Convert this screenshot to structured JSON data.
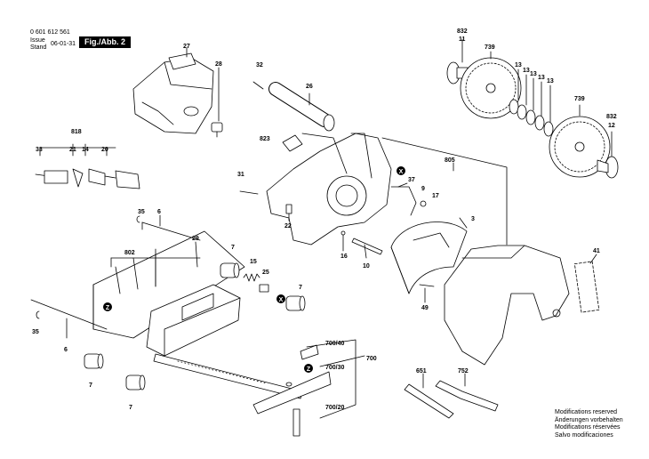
{
  "header": {
    "part_number": "0 601 612 561",
    "issue_label": "Issue",
    "stand_label": "Stand",
    "date": "06-01-31",
    "figure_label": "Fig./Abb. 2"
  },
  "callouts": [
    "27",
    "28",
    "32",
    "26",
    "818",
    "33",
    "21",
    "14",
    "20",
    "823",
    "31",
    "22",
    "832",
    "11",
    "739",
    "13",
    "13",
    "13",
    "13",
    "13",
    "739",
    "832",
    "12",
    "805",
    "37",
    "9",
    "17",
    "3",
    "41",
    "35",
    "6",
    "802",
    "29",
    "7",
    "15",
    "25",
    "7",
    "16",
    "10",
    "49",
    "35",
    "6",
    "7",
    "7",
    "700/40",
    "700/30",
    "700",
    "700/20",
    "651",
    "752"
  ],
  "markers": {
    "x_symbol": "X",
    "z_symbol": "Z"
  },
  "notes": [
    "Modifications reserved",
    "Änderungen vorbehalten",
    "Modifications réservées",
    "Salvo modificaciones"
  ]
}
